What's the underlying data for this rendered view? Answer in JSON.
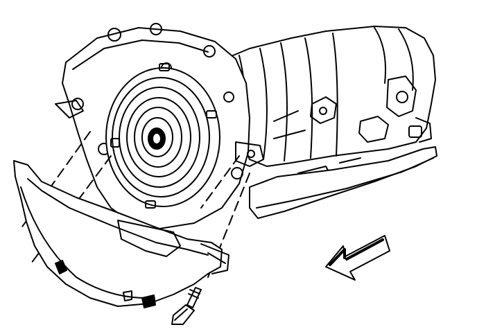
{
  "figure": {
    "background": "#ffffff",
    "line_color": "#000000",
    "fill_color": "#ffffff",
    "parts": [
      "transmission-case",
      "torque-converter",
      "converter-housing",
      "oil-pan",
      "cover-plate",
      "bolt",
      "direction-arrow"
    ]
  }
}
